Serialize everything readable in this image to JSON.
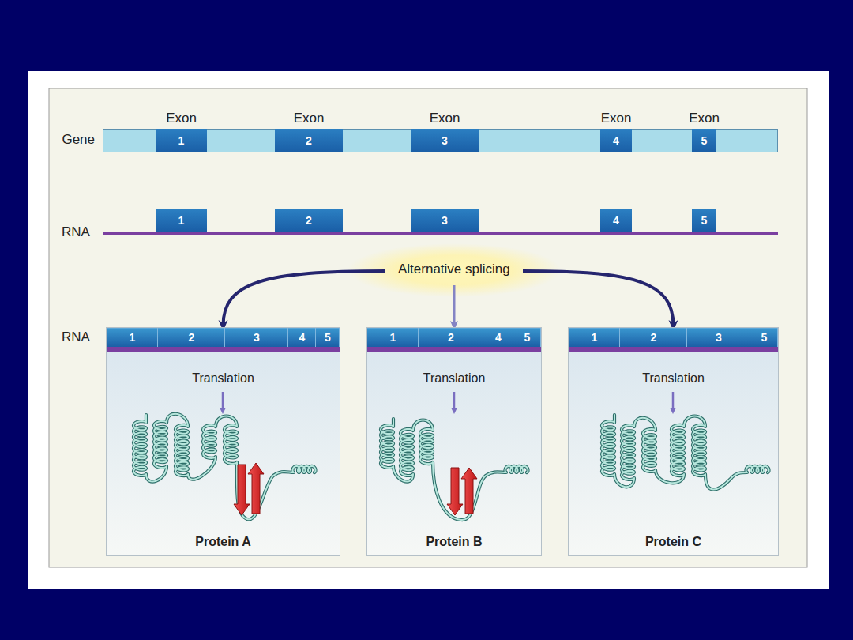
{
  "diagram": {
    "nodes": [
      {
        "text": [
          "Gene"
        ]
      },
      {
        "text": [
          "Exon",
          "1"
        ],
        "in": 0
      },
      {
        "text": [
          "Exon",
          "2"
        ],
        "in": 0
      },
      {
        "text": [
          "Exon",
          "3"
        ],
        "in": 0
      },
      {
        "text": [
          "Exon",
          "4"
        ],
        "in": 0
      },
      {
        "text": [
          "Exon",
          "5"
        ],
        "in": 0
      },
      {
        "text": [
          "1"
        ]
      },
      {
        "text": [
          "2"
        ]
      },
      {
        "text": [
          "3"
        ]
      },
      {
        "text": [
          "4"
        ]
      },
      {
        "text": [
          "5"
        ]
      },
      {
        "text": [
          "Alternative splicing"
        ]
      },
      {
        "text": [
          "Translation",
          "Protein A"
        ]
      },
      {
        "text": [
          "1"
        ],
        "in": 12
      },
      {
        "text": [
          "2"
        ],
        "in": 12
      },
      {
        "text": [
          "3"
        ],
        "in": 12
      },
      {
        "text": [
          "4"
        ],
        "in": 12
      },
      {
        "text": [
          "5"
        ],
        "in": 12
      },
      {
        "text": [
          "Translation",
          "Protein B"
        ]
      },
      {
        "text": [
          "1"
        ],
        "in": 18
      },
      {
        "text": [
          "2"
        ],
        "in": 18
      },
      {
        "text": [
          "4"
        ],
        "in": 18
      },
      {
        "text": [
          "5"
        ],
        "in": 18
      },
      {
        "text": [
          "Translation",
          "Protein C"
        ]
      },
      {
        "text": [
          "1"
        ],
        "in": 23
      },
      {
        "text": [
          "2"
        ],
        "in": 23
      },
      {
        "text": [
          "3"
        ],
        "in": 23
      },
      {
        "text": [
          "5"
        ],
        "in": 23
      }
    ],
    "edges": [
      {
        "from": 11,
        "to": 12,
        "arrow": "to"
      },
      {
        "from": 11,
        "to": 18,
        "arrow": "to"
      },
      {
        "from": 11,
        "to": 23,
        "arrow": "to"
      }
    ],
    "labels": [
      "RNA",
      "RNA"
    ]
  }
}
